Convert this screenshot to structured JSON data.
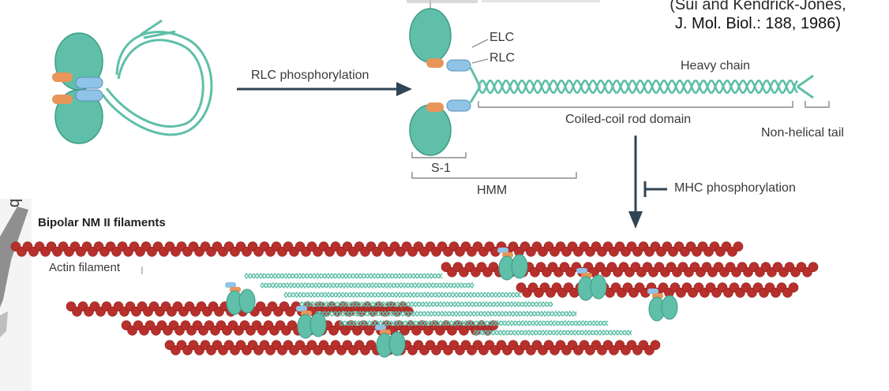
{
  "citation": {
    "line1": "(Sui and Kendrick-Jones,",
    "line2": "J. Mol. Biol.: 188, 1986)"
  },
  "labels": {
    "elc": "ELC",
    "rlc": "RLC",
    "heavy_chain": "Heavy chain",
    "rlc_phosphorylation": "RLC phosphorylation",
    "coiled_coil": "Coiled-coil rod domain",
    "non_helical_tail": "Non-helical tail",
    "s1": "S-1",
    "hmm": "HMM",
    "mhc_phosphorylation": "MHC phosphorylation",
    "bipolar": "Bipolar NM II filaments",
    "actin": "Actin filament",
    "panel_letter": "b"
  },
  "colors": {
    "head": "#5fbfa8",
    "head_dark": "#3f9a86",
    "elc": "#e8955a",
    "rlc": "#8fc3e8",
    "actin": "#b8302c",
    "actin_dark": "#8e1f1c",
    "arrow": "#2f4454",
    "bracket": "#8a8a8a"
  }
}
